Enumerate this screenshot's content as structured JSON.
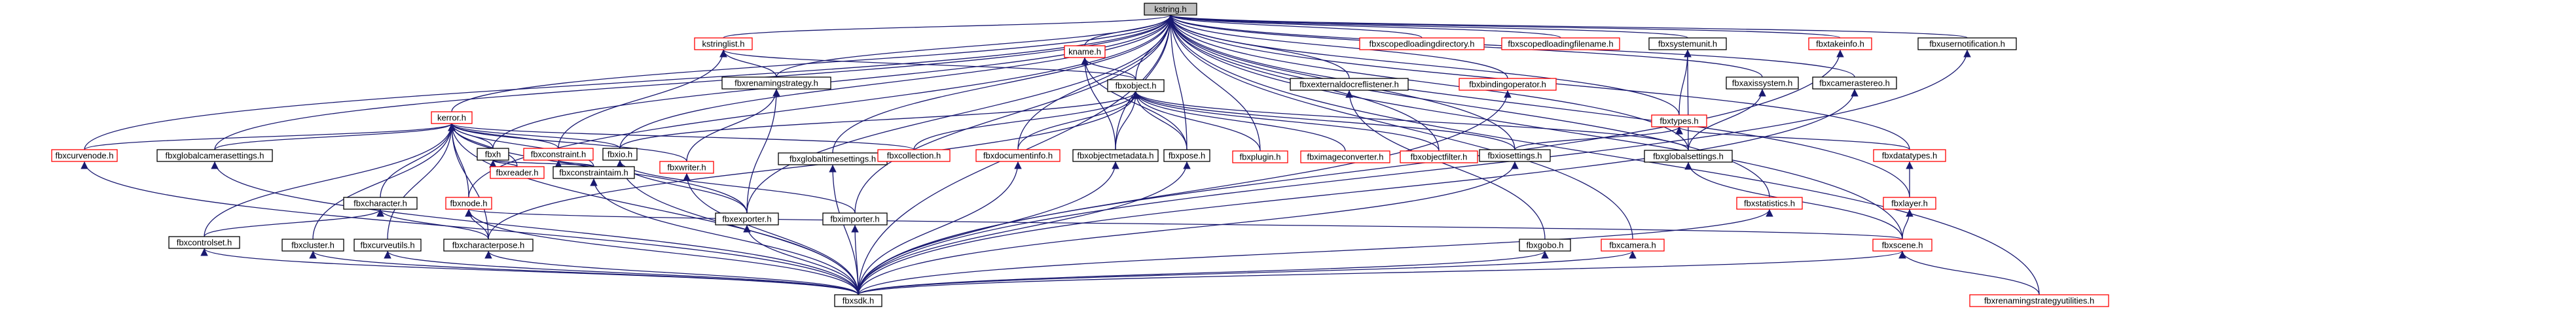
{
  "diagram": {
    "kind": "include-dependency-graph",
    "colors": {
      "edge": "#191970",
      "node_border_normal": "#000000",
      "node_border_truncated": "#ff0000",
      "node_fill": "#ffffff",
      "root_fill": "#bfbfbf",
      "text": "#000000"
    },
    "nodes": [
      {
        "id": "kstring",
        "label": "kstring.h",
        "style": "root"
      },
      {
        "id": "kstringlist",
        "label": "kstringlist.h",
        "style": "truncated"
      },
      {
        "id": "kname",
        "label": "kname.h",
        "style": "truncated"
      },
      {
        "id": "fbxscopedloadingdirectory",
        "label": "fbxscopedloadingdirectory.h",
        "style": "truncated"
      },
      {
        "id": "fbxscopedloadingfilename",
        "label": "fbxscopedloadingfilename.h",
        "style": "truncated"
      },
      {
        "id": "fbxsystemunit",
        "label": "fbxsystemunit.h",
        "style": "normal"
      },
      {
        "id": "fbxtakeinfo",
        "label": "fbxtakeinfo.h",
        "style": "truncated"
      },
      {
        "id": "fbxusernotification",
        "label": "fbxusernotification.h",
        "style": "normal"
      },
      {
        "id": "kerror",
        "label": "kerror.h",
        "style": "truncated"
      },
      {
        "id": "fbxrenamingstrategy",
        "label": "fbxrenamingstrategy.h",
        "style": "normal"
      },
      {
        "id": "fbxobject",
        "label": "fbxobject.h",
        "style": "normal"
      },
      {
        "id": "fbxexternaldocreflistener",
        "label": "fbxexternaldocreflistener.h",
        "style": "normal"
      },
      {
        "id": "fbxbindingoperator",
        "label": "fbxbindingoperator.h",
        "style": "truncated"
      },
      {
        "id": "fbxtypes",
        "label": "fbxtypes.h",
        "style": "truncated"
      },
      {
        "id": "fbxaxissystem",
        "label": "fbxaxissystem.h",
        "style": "normal"
      },
      {
        "id": "fbxcamerastereo",
        "label": "fbxcamerastereo.h",
        "style": "normal"
      },
      {
        "id": "fbxcurvenode",
        "label": "fbxcurvenode.h",
        "style": "truncated"
      },
      {
        "id": "fbxglobalcamerasettings",
        "label": "fbxglobalcamerasettings.h",
        "style": "normal"
      },
      {
        "id": "fbxh",
        "label": "fbxh",
        "style": "normal"
      },
      {
        "id": "fbxconstraint",
        "label": "fbxconstraint.h",
        "style": "truncated"
      },
      {
        "id": "fbxio",
        "label": "fbxio.h",
        "style": "normal"
      },
      {
        "id": "fbxwriter",
        "label": "fbxwriter.h",
        "style": "truncated"
      },
      {
        "id": "fbxglobaltimesettings",
        "label": "fbxglobaltimesettings.h",
        "style": "normal"
      },
      {
        "id": "fbxcollection",
        "label": "fbxcollection.h",
        "style": "truncated"
      },
      {
        "id": "fbxdocumentinfo",
        "label": "fbxdocumentinfo.h",
        "style": "truncated"
      },
      {
        "id": "fbxobjectmetadata",
        "label": "fbxobjectmetadata.h",
        "style": "normal"
      },
      {
        "id": "fbxpose",
        "label": "fbxpose.h",
        "style": "normal"
      },
      {
        "id": "fbxplugin",
        "label": "fbxplugin.h",
        "style": "truncated"
      },
      {
        "id": "fbximageconverter",
        "label": "fbximageconverter.h",
        "style": "truncated"
      },
      {
        "id": "fbxobjectfilter",
        "label": "fbxobjectfilter.h",
        "style": "truncated"
      },
      {
        "id": "fbxiosettings",
        "label": "fbxiosettings.h",
        "style": "normal"
      },
      {
        "id": "fbxglobalsettings",
        "label": "fbxglobalsettings.h",
        "style": "normal"
      },
      {
        "id": "fbxdatatypes",
        "label": "fbxdatatypes.h",
        "style": "truncated"
      },
      {
        "id": "fbxreader",
        "label": "fbxreader.h",
        "style": "truncated"
      },
      {
        "id": "fbxconstraintaim",
        "label": "fbxconstraintaim.h",
        "style": "normal"
      },
      {
        "id": "fbxcharacter",
        "label": "fbxcharacter.h",
        "style": "normal"
      },
      {
        "id": "fbxnode",
        "label": "fbxnode.h",
        "style": "truncated"
      },
      {
        "id": "fbxexporter",
        "label": "fbxexporter.h",
        "style": "normal"
      },
      {
        "id": "fbximporter",
        "label": "fbximporter.h",
        "style": "normal"
      },
      {
        "id": "fbxstatistics",
        "label": "fbxstatistics.h",
        "style": "truncated"
      },
      {
        "id": "fbxlayer",
        "label": "fbxlayer.h",
        "style": "truncated"
      },
      {
        "id": "fbxcontrolset",
        "label": "fbxcontrolset.h",
        "style": "normal"
      },
      {
        "id": "fbxcluster",
        "label": "fbxcluster.h",
        "style": "normal"
      },
      {
        "id": "fbxcurveutils",
        "label": "fbxcurveutils.h",
        "style": "normal"
      },
      {
        "id": "fbxcharacterpose",
        "label": "fbxcharacterpose.h",
        "style": "normal"
      },
      {
        "id": "fbxgobo",
        "label": "fbxgobo.h",
        "style": "normal"
      },
      {
        "id": "fbxcamera",
        "label": "fbxcamera.h",
        "style": "truncated"
      },
      {
        "id": "fbxscene",
        "label": "fbxscene.h",
        "style": "truncated"
      },
      {
        "id": "fbxsdk",
        "label": "fbxsdk.h",
        "style": "normal"
      },
      {
        "id": "fbxrenamingstrategyutilities",
        "label": "fbxrenamingstrategyutilities.h",
        "style": "truncated"
      }
    ],
    "edges": [
      [
        "kstringlist",
        "kstring"
      ],
      [
        "kname",
        "kstring"
      ],
      [
        "fbxscopedloadingdirectory",
        "kstring"
      ],
      [
        "fbxscopedloadingfilename",
        "kstring"
      ],
      [
        "fbxsystemunit",
        "kstring"
      ],
      [
        "fbxtakeinfo",
        "kstring"
      ],
      [
        "fbxusernotification",
        "kstring"
      ],
      [
        "kerror",
        "kstring"
      ],
      [
        "fbxrenamingstrategy",
        "kstring"
      ],
      [
        "fbxobject",
        "kstring"
      ],
      [
        "fbxexternaldocreflistener",
        "kstring"
      ],
      [
        "fbxbindingoperator",
        "kstring"
      ],
      [
        "fbxtypes",
        "kstring"
      ],
      [
        "fbxaxissystem",
        "kstring"
      ],
      [
        "fbxcamerastereo",
        "kstring"
      ],
      [
        "fbxcurvenode",
        "kstring"
      ],
      [
        "fbxglobalcamerasettings",
        "kstring"
      ],
      [
        "fbxh",
        "kstring"
      ],
      [
        "fbxio",
        "kstring"
      ],
      [
        "fbxglobaltimesettings",
        "kstring"
      ],
      [
        "fbxdocumentinfo",
        "kstring"
      ],
      [
        "fbxobjectmetadata",
        "kstring"
      ],
      [
        "fbxpose",
        "kstring"
      ],
      [
        "fbxplugin",
        "kstring"
      ],
      [
        "fbxobjectfilter",
        "kstring"
      ],
      [
        "fbxiosettings",
        "kstring"
      ],
      [
        "fbxglobalsettings",
        "kstring"
      ],
      [
        "fbxdatatypes",
        "kstring"
      ],
      [
        "fbxnode",
        "kstring"
      ],
      [
        "fbxexporter",
        "kstring"
      ],
      [
        "fbximporter",
        "kstring"
      ],
      [
        "fbxstatistics",
        "kstring"
      ],
      [
        "fbxlayer",
        "kstring"
      ],
      [
        "fbxscene",
        "kstring"
      ],
      [
        "fbxsdk",
        "kstring"
      ],
      [
        "fbxrenamingstrategyutilities",
        "kstring"
      ],
      [
        "fbxcamera",
        "kstring"
      ],
      [
        "fbxrenamingstrategy",
        "kstringlist"
      ],
      [
        "fbxobject",
        "kstringlist"
      ],
      [
        "fbxconstraint",
        "kstringlist"
      ],
      [
        "fbxobject",
        "kname"
      ],
      [
        "fbxobjectmetadata",
        "kname"
      ],
      [
        "fbxpose",
        "kname"
      ],
      [
        "fbxtypes",
        "fbxsystemunit"
      ],
      [
        "fbxglobalsettings",
        "fbxsystemunit"
      ],
      [
        "fbxsdk",
        "fbxtakeinfo"
      ],
      [
        "fbxsdk",
        "fbxusernotification"
      ],
      [
        "fbxcurvenode",
        "kerror"
      ],
      [
        "fbxglobalcamerasettings",
        "kerror"
      ],
      [
        "fbxh",
        "kerror"
      ],
      [
        "fbxconstraint",
        "kerror"
      ],
      [
        "fbxio",
        "kerror"
      ],
      [
        "fbxwriter",
        "kerror"
      ],
      [
        "fbxcollection",
        "kerror"
      ],
      [
        "fbxreader",
        "kerror"
      ],
      [
        "fbxconstraintaim",
        "kerror"
      ],
      [
        "fbxcharacter",
        "kerror"
      ],
      [
        "fbxnode",
        "kerror"
      ],
      [
        "fbxexporter",
        "kerror"
      ],
      [
        "fbxcontrolset",
        "kerror"
      ],
      [
        "fbxcluster",
        "kerror"
      ],
      [
        "fbxcurveutils",
        "kerror"
      ],
      [
        "fbxcharacterpose",
        "kerror"
      ],
      [
        "fbxsdk",
        "kerror"
      ],
      [
        "fbxwriter",
        "fbxrenamingstrategy"
      ],
      [
        "fbxexporter",
        "fbxrenamingstrategy"
      ],
      [
        "fbxcollection",
        "fbxobject"
      ],
      [
        "fbxdocumentinfo",
        "fbxobject"
      ],
      [
        "fbxobjectmetadata",
        "fbxobject"
      ],
      [
        "fbxpose",
        "fbxobject"
      ],
      [
        "fbxplugin",
        "fbxobject"
      ],
      [
        "fbximageconverter",
        "fbxobject"
      ],
      [
        "fbxobjectfilter",
        "fbxobject"
      ],
      [
        "fbxiosettings",
        "fbxobject"
      ],
      [
        "fbxglobalsettings",
        "fbxobject"
      ],
      [
        "fbxio",
        "fbxobject"
      ],
      [
        "fbxcharacterpose",
        "fbxobject"
      ],
      [
        "fbxgobo",
        "fbxexternaldocreflistener"
      ],
      [
        "fbxsdk",
        "fbxbindingoperator"
      ],
      [
        "fbxiosettings",
        "fbxtypes"
      ],
      [
        "fbxdatatypes",
        "fbxtypes"
      ],
      [
        "fbxglobalsettings",
        "fbxaxissystem"
      ],
      [
        "fbxsdk",
        "fbxcamerastereo"
      ],
      [
        "fbxsdk",
        "fbxcurvenode"
      ],
      [
        "fbxsdk",
        "fbxglobalcamerasettings"
      ],
      [
        "fbxreader",
        "fbxh"
      ],
      [
        "fbxconstraintaim",
        "fbxh"
      ],
      [
        "fbxconstraintaim",
        "fbxconstraint"
      ],
      [
        "fbxsdk",
        "fbxconstraintaim"
      ],
      [
        "fbxexporter",
        "fbxio"
      ],
      [
        "fbximporter",
        "fbxio"
      ],
      [
        "fbxsdk",
        "fbxio"
      ],
      [
        "fbxsdk",
        "fbxwriter"
      ],
      [
        "fbxsdk",
        "fbxglobaltimesettings"
      ],
      [
        "fbxsdk",
        "fbxdocumentinfo"
      ],
      [
        "fbxsdk",
        "fbxobjectmetadata"
      ],
      [
        "fbxsdk",
        "fbxpose"
      ],
      [
        "fbxsdk",
        "fbxiosettings"
      ],
      [
        "fbxscene",
        "fbxglobalsettings"
      ],
      [
        "fbxlayer",
        "fbxdatatypes"
      ],
      [
        "fbxcharacterpose",
        "fbxcharacter"
      ],
      [
        "fbxcontrolset",
        "fbxcharacter"
      ],
      [
        "fbxcharacterpose",
        "fbxnode"
      ],
      [
        "fbxsdk",
        "fbxnode"
      ],
      [
        "fbxscene",
        "fbxnode"
      ],
      [
        "fbxsdk",
        "fbxexporter"
      ],
      [
        "fbxsdk",
        "fbximporter"
      ],
      [
        "fbxsdk",
        "fbxstatistics"
      ],
      [
        "fbxscene",
        "fbxlayer"
      ],
      [
        "fbxsdk",
        "fbxcontrolset"
      ],
      [
        "fbxsdk",
        "fbxcluster"
      ],
      [
        "fbxsdk",
        "fbxcurveutils"
      ],
      [
        "fbxsdk",
        "fbxcharacterpose"
      ],
      [
        "fbxsdk",
        "fbxgobo"
      ],
      [
        "fbxsdk",
        "fbxcamera"
      ],
      [
        "fbxsdk",
        "fbxscene"
      ],
      [
        "fbxrenamingstrategyutilities",
        "fbxscene"
      ]
    ]
  }
}
